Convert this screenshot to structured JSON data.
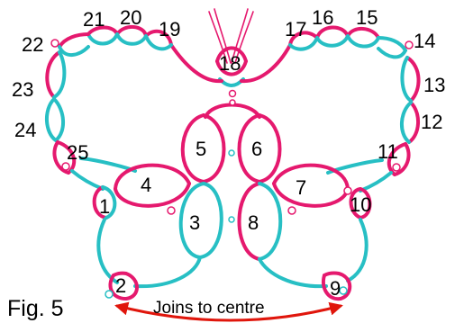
{
  "figure_label": "Fig. 5",
  "caption": "Joins to centre",
  "colors": {
    "pink": "#e5196e",
    "teal": "#27bfc4",
    "red_arrow": "#e0160c",
    "text": "#000000",
    "background": "#ffffff"
  },
  "rings": [
    {
      "id": "1",
      "label": "1"
    },
    {
      "id": "2",
      "label": "2"
    },
    {
      "id": "3",
      "label": "3"
    },
    {
      "id": "4",
      "label": "4"
    },
    {
      "id": "5",
      "label": "5"
    },
    {
      "id": "6",
      "label": "6"
    },
    {
      "id": "7",
      "label": "7"
    },
    {
      "id": "8",
      "label": "8"
    },
    {
      "id": "9",
      "label": "9"
    },
    {
      "id": "10",
      "label": "10"
    },
    {
      "id": "11",
      "label": "11"
    },
    {
      "id": "12",
      "label": "12"
    },
    {
      "id": "13",
      "label": "13"
    },
    {
      "id": "14",
      "label": "14"
    },
    {
      "id": "15",
      "label": "15"
    },
    {
      "id": "16",
      "label": "16"
    },
    {
      "id": "17",
      "label": "17"
    },
    {
      "id": "18",
      "label": "18"
    },
    {
      "id": "19",
      "label": "19"
    },
    {
      "id": "20",
      "label": "20"
    },
    {
      "id": "21",
      "label": "21"
    },
    {
      "id": "22",
      "label": "22"
    },
    {
      "id": "23",
      "label": "23"
    },
    {
      "id": "24",
      "label": "24"
    },
    {
      "id": "25",
      "label": "25"
    }
  ]
}
